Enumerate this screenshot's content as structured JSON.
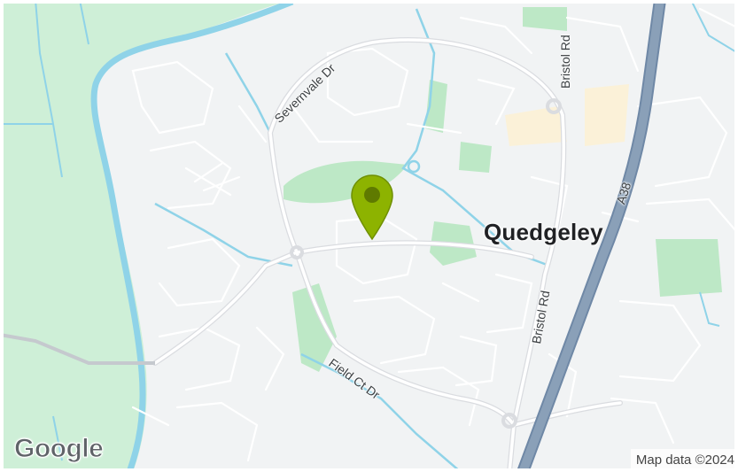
{
  "map": {
    "place_label": "Quedgeley",
    "roads": {
      "severnvale": "Severnvale Dr",
      "bristol_top": "Bristol Rd",
      "bristol_mid": "Bristol Rd",
      "field_ct": "Field Ct Dr",
      "a38": "A38"
    },
    "logo_text": "Google",
    "attribution": "Map data ©2024",
    "marker": {
      "color": "#8db300",
      "inner": "#5f7a00",
      "icon": "location-pin-icon"
    },
    "colors": {
      "land": "#f1f3f4",
      "green": "#ceefd7",
      "park": "#bde8c6",
      "water": "#8fd3e8",
      "road": "#ffffff",
      "road_major": "#dadce0",
      "motorway": "#8aa0b8",
      "built": "#fbf1d8"
    }
  }
}
